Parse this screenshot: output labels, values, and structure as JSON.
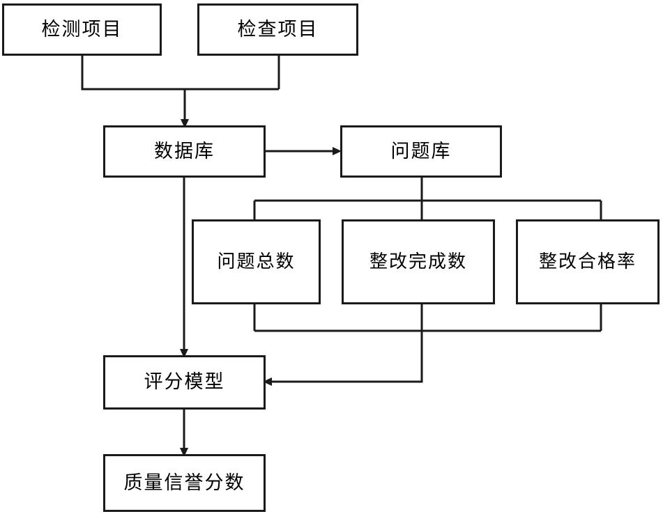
{
  "diagram": {
    "type": "flowchart",
    "orientation": "top-to-bottom",
    "background_color": "#ffffff",
    "line_color": "#1a1a1a",
    "node_fill_color": "#ffffff",
    "nodes": [
      {
        "id": "inspection-item",
        "label": "检测项目"
      },
      {
        "id": "check-item",
        "label": "检查项目"
      },
      {
        "id": "database",
        "label": "数据库"
      },
      {
        "id": "problem-library",
        "label": "问题库"
      },
      {
        "id": "problem-total",
        "label": "问题总数"
      },
      {
        "id": "rectify-done",
        "label": "整改完成数"
      },
      {
        "id": "rectify-pass-rate",
        "label": "整改合格率"
      },
      {
        "id": "scoring-model",
        "label": "评分模型"
      },
      {
        "id": "credit-score",
        "label": "质量信誉分数"
      }
    ],
    "edges": [
      {
        "from": "inspection-item",
        "to": "database",
        "arrow": true,
        "style": "orthogonal-merge"
      },
      {
        "from": "check-item",
        "to": "database",
        "arrow": true,
        "style": "orthogonal-merge"
      },
      {
        "from": "database",
        "to": "problem-library",
        "arrow": true,
        "style": "straight-right"
      },
      {
        "from": "database",
        "to": "scoring-model",
        "arrow": true,
        "style": "straight-down"
      },
      {
        "from": "problem-library",
        "to": "problem-total",
        "arrow": false,
        "style": "orthogonal-split"
      },
      {
        "from": "problem-library",
        "to": "rectify-done",
        "arrow": false,
        "style": "orthogonal-split"
      },
      {
        "from": "problem-library",
        "to": "rectify-pass-rate",
        "arrow": false,
        "style": "orthogonal-split"
      },
      {
        "from": "problem-total",
        "to": "scoring-model",
        "arrow": true,
        "style": "orthogonal-merge"
      },
      {
        "from": "rectify-done",
        "to": "scoring-model",
        "arrow": true,
        "style": "orthogonal-merge"
      },
      {
        "from": "rectify-pass-rate",
        "to": "scoring-model",
        "arrow": true,
        "style": "orthogonal-merge"
      },
      {
        "from": "scoring-model",
        "to": "credit-score",
        "arrow": true,
        "style": "straight-down"
      }
    ]
  }
}
